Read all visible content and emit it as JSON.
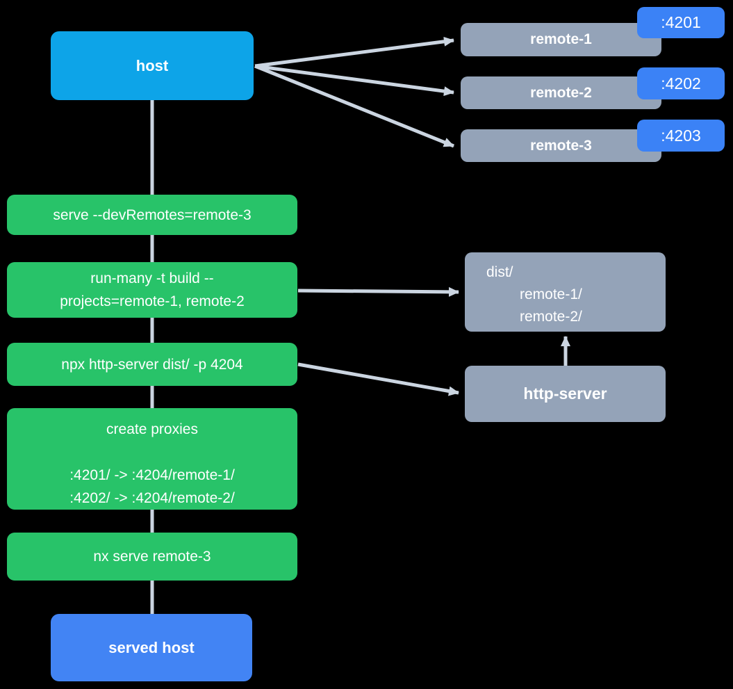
{
  "diagram": {
    "description": "Module federation host/remote serve-and-build flow diagram"
  },
  "colors": {
    "bg": "#000000",
    "host": "#0da4e8",
    "remote": "#94a3b8",
    "badge": "#3b82f6",
    "step": "#28c369",
    "served_host": "#4284f4",
    "connector": "#cbd5e1",
    "text": "#ffffff"
  },
  "host": {
    "label": "host"
  },
  "remotes": [
    {
      "label": "remote-1",
      "port": ":4201"
    },
    {
      "label": "remote-2",
      "port": ":4202"
    },
    {
      "label": "remote-3",
      "port": ":4203"
    }
  ],
  "steps": [
    {
      "lines": [
        "serve --devRemotes=remote-3"
      ]
    },
    {
      "lines": [
        "run-many -t build --",
        "projects=remote-1, remote-2"
      ]
    },
    {
      "lines": [
        "npx http-server dist/ -p 4204"
      ]
    },
    {
      "title": "create proxies",
      "lines": [
        ":4201/ -> :4204/remote-1/",
        ":4202/ -> :4204/remote-2/"
      ]
    },
    {
      "lines": [
        "nx serve remote-3"
      ]
    }
  ],
  "dist": {
    "lines": [
      "dist/",
      "remote-1/",
      "remote-2/"
    ]
  },
  "http_server": {
    "label": "http-server"
  },
  "served_host": {
    "label": "served host"
  }
}
